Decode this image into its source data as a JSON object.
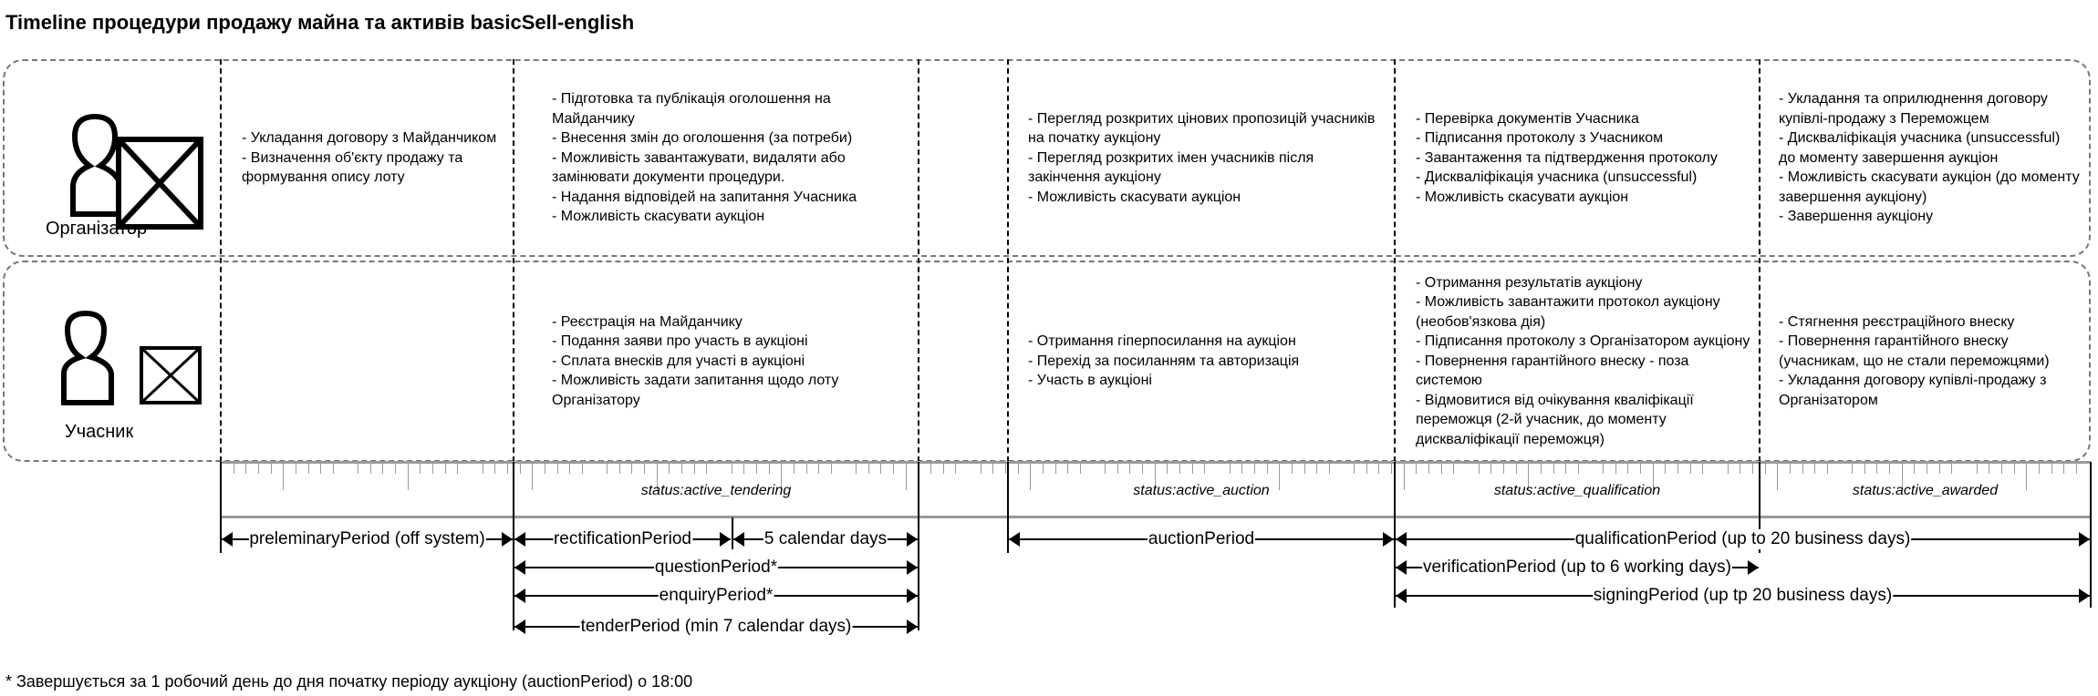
{
  "title": "Timeline процедури продажу майна та активів basicSell-english",
  "actors": {
    "organizer": "Організатор",
    "participant": "Учасник"
  },
  "organizer_lane": {
    "col_preliminary": [
      "- Укладання договору з Майданчиком",
      "- Визначення об'єкту продажу та формування опису лоту"
    ],
    "col_tendering": [
      "- Підготовка та публікація оголошення на Майданчику",
      "- Внесення змін до оголошення (за потреби)",
      "- Можливість завантажувати, видаляти або замінювати документи процедури.",
      "- Надання відповідей на запитання Учасника",
      "- Можливість скасувати аукціон"
    ],
    "col_auction": [
      "- Перегляд розкритих цінових пропозицій учасників на початку аукціону",
      "- Перегляд розкритих імен учасників після закінчення аукціону",
      "- Можливість скасувати аукціон"
    ],
    "col_qualification": [
      "- Перевірка документів Учасника",
      "- Підписання протоколу з Учасником",
      "- Завантаження та підтвердження протоколу",
      "- Дискваліфікація учасника (unsuccessful)",
      "- Можливість скасувати аукціон"
    ],
    "col_awarded": [
      "- Укладання та оприлюднення договору купівлі-продажу з Переможцем",
      "- Дискваліфікація учасника (unsuccessful) до моменту завершення аукціон",
      "- Можливість скасувати аукціон (до моменту завершення аукціону)",
      "- Завершення аукціону"
    ]
  },
  "participant_lane": {
    "col_tendering": [
      "- Реєстрація на Майданчику",
      "- Подання заяви про участь в аукціоні",
      "- Сплата внесків для участі в аукціоні",
      "- Можливість задати запитання щодо лоту Організатору"
    ],
    "col_auction": [
      "- Отримання гіперпосилання на аукціон",
      "- Перехід за посиланням та авторизація",
      "- Участь в аукціоні"
    ],
    "col_qualification": [
      "- Отримання результатів аукціону",
      "- Можливість завантажити протокол аукціону (необов'язкова дія)",
      "- Підписання протоколу з Організатором аукціону",
      "- Повернення гарантійного внеску - поза системою",
      "- Відмовитися від очікування кваліфікації переможця (2-й учасник, до моменту дискваліфікації переможця)"
    ],
    "col_awarded": [
      "- Стягнення реєстраційного внеску",
      "- Повернення гарантійного внеску (учасникам, що не стали переможцями)",
      "- Укладання договору купівлі-продажу з Організатором"
    ]
  },
  "statuses": {
    "tendering": "status:active_tendering",
    "auction": "status:active_auction",
    "qualification": "status:active_qualification",
    "awarded": "status:active_awarded"
  },
  "periods": {
    "preliminary": "preleminaryPeriod (off system)",
    "rectification": "rectificationPeriod",
    "five_days": "5 calendar days",
    "question": "questionPeriod*",
    "enquiry": "enquiryPeriod*",
    "tender": "tenderPeriod (min 7 calendar days)",
    "auction": "auctionPeriod",
    "qualification": "qualificationPeriod (up to 20 business days)",
    "verification": "verificationPeriod (up to 6 working days)",
    "signing": "signingPeriod (up tp 20 business days)"
  },
  "footnote": "* Завершується за 1 робочий день до дня початку періоду аукціону (auctionPeriod) о 18:00"
}
